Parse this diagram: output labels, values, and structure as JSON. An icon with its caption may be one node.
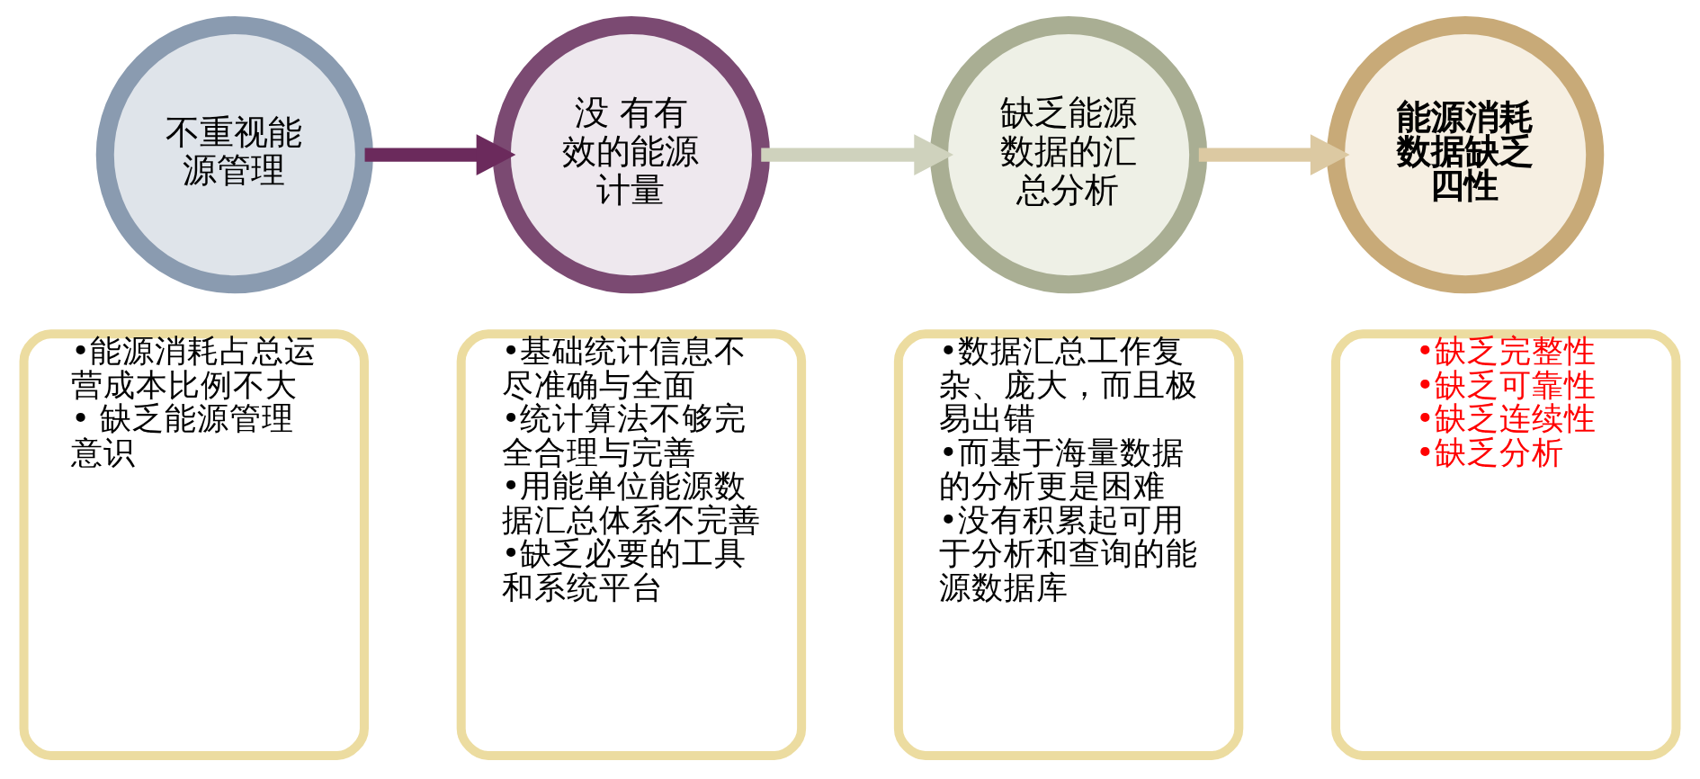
{
  "diagram": {
    "nodes": [
      {
        "text": [
          "不重视能源管理"
        ]
      },
      {
        "text": [
          "没 有有效的能源计量"
        ]
      },
      {
        "text": [
          "缺乏能源数据的汇总分析"
        ]
      },
      {
        "text": [
          "能源消耗数据缺乏四性"
        ]
      },
      {
        "text": [
          "•能源消耗占总运营成本比例不大",
          "• 缺乏能源管理意识"
        ]
      },
      {
        "text": [
          "•基础统计信息不尽准确与全面",
          "•统计算法不够完全合理与完善",
          "•用能单位能源数据汇总体系不完善",
          "•缺乏必要的工具和系统平台"
        ]
      },
      {
        "text": [
          "•数据汇总工作复杂、庞大，而且极易出错",
          "•而基于海量数据的分析更是困难",
          "•没有积累起可用于分析和查询的能源数据库"
        ]
      },
      {
        "text": [
          "•缺乏完整性",
          "•缺乏可靠性",
          "•缺乏连续性",
          "•缺乏分析"
        ]
      }
    ],
    "edges": [
      {
        "from": 0,
        "to": 1,
        "arrow": "to",
        "color": "#6b2a5c"
      },
      {
        "from": 1,
        "to": 2,
        "arrow": "to",
        "color": "#cfd2bd"
      },
      {
        "from": 2,
        "to": 3,
        "arrow": "to",
        "color": "#dcc9a2"
      }
    ]
  }
}
